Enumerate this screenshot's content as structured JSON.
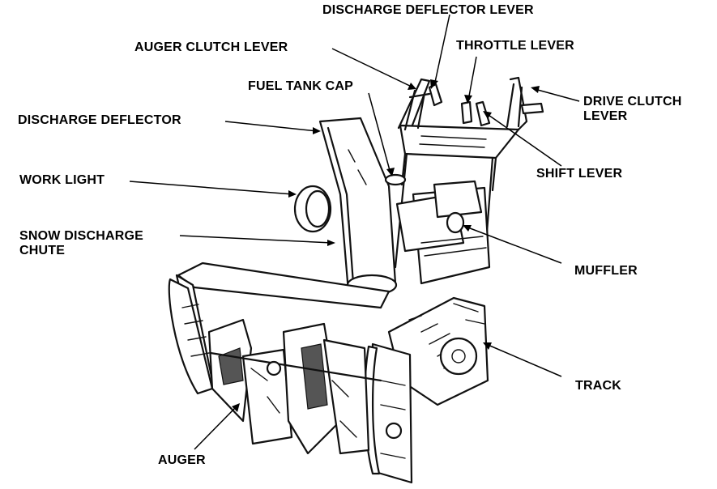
{
  "labels": {
    "discharge_deflector_lever": "DISCHARGE DEFLECTOR LEVER",
    "auger_clutch_lever": "AUGER CLUTCH LEVER",
    "throttle_lever": "THROTTLE LEVER",
    "fuel_tank_cap": "FUEL TANK CAP",
    "drive_clutch_lever_line1": "DRIVE CLUTCH",
    "drive_clutch_lever_line2": "LEVER",
    "discharge_deflector": "DISCHARGE DEFLECTOR",
    "work_light": "WORK LIGHT",
    "shift_lever": "SHIFT LEVER",
    "snow_discharge_chute_line1": "SNOW DISCHARGE",
    "snow_discharge_chute_line2": "CHUTE",
    "muffler": "MUFFLER",
    "track": "TRACK",
    "auger": "AUGER"
  }
}
